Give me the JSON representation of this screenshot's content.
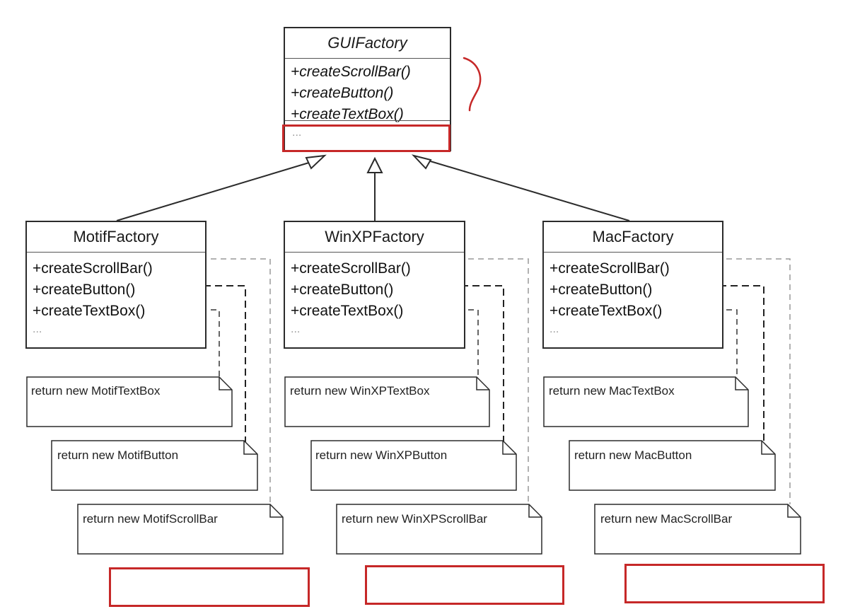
{
  "abstract_factory": {
    "name": "GUIFactory",
    "operations": [
      "+createScrollBar()",
      "+createButton()",
      "+createTextBox()"
    ],
    "ellipsis": "..."
  },
  "factories": [
    {
      "name": "MotifFactory",
      "operations": [
        "+createScrollBar()",
        "+createButton()",
        "+createTextBox()"
      ],
      "ellipsis": "...",
      "notes": {
        "textbox": "return new MotifTextBox",
        "button": "return new MotifButton",
        "scrollbar": "return new MotifScrollBar"
      }
    },
    {
      "name": "WinXPFactory",
      "operations": [
        "+createScrollBar()",
        "+createButton()",
        "+createTextBox()"
      ],
      "ellipsis": "...",
      "notes": {
        "textbox": "return new WinXPTextBox",
        "button": "return new WinXPButton",
        "scrollbar": "return new WinXPScrollBar"
      }
    },
    {
      "name": "MacFactory",
      "operations": [
        "+createScrollBar()",
        "+createButton()",
        "+createTextBox()"
      ],
      "ellipsis": "...",
      "notes": {
        "textbox": "return new MacTextBox",
        "button": "return new MacButton",
        "scrollbar": "return new MacScrollBar"
      }
    }
  ],
  "colors": {
    "highlight": "#c62828",
    "annotation": "#c62828",
    "line": "#2b2b2b"
  }
}
